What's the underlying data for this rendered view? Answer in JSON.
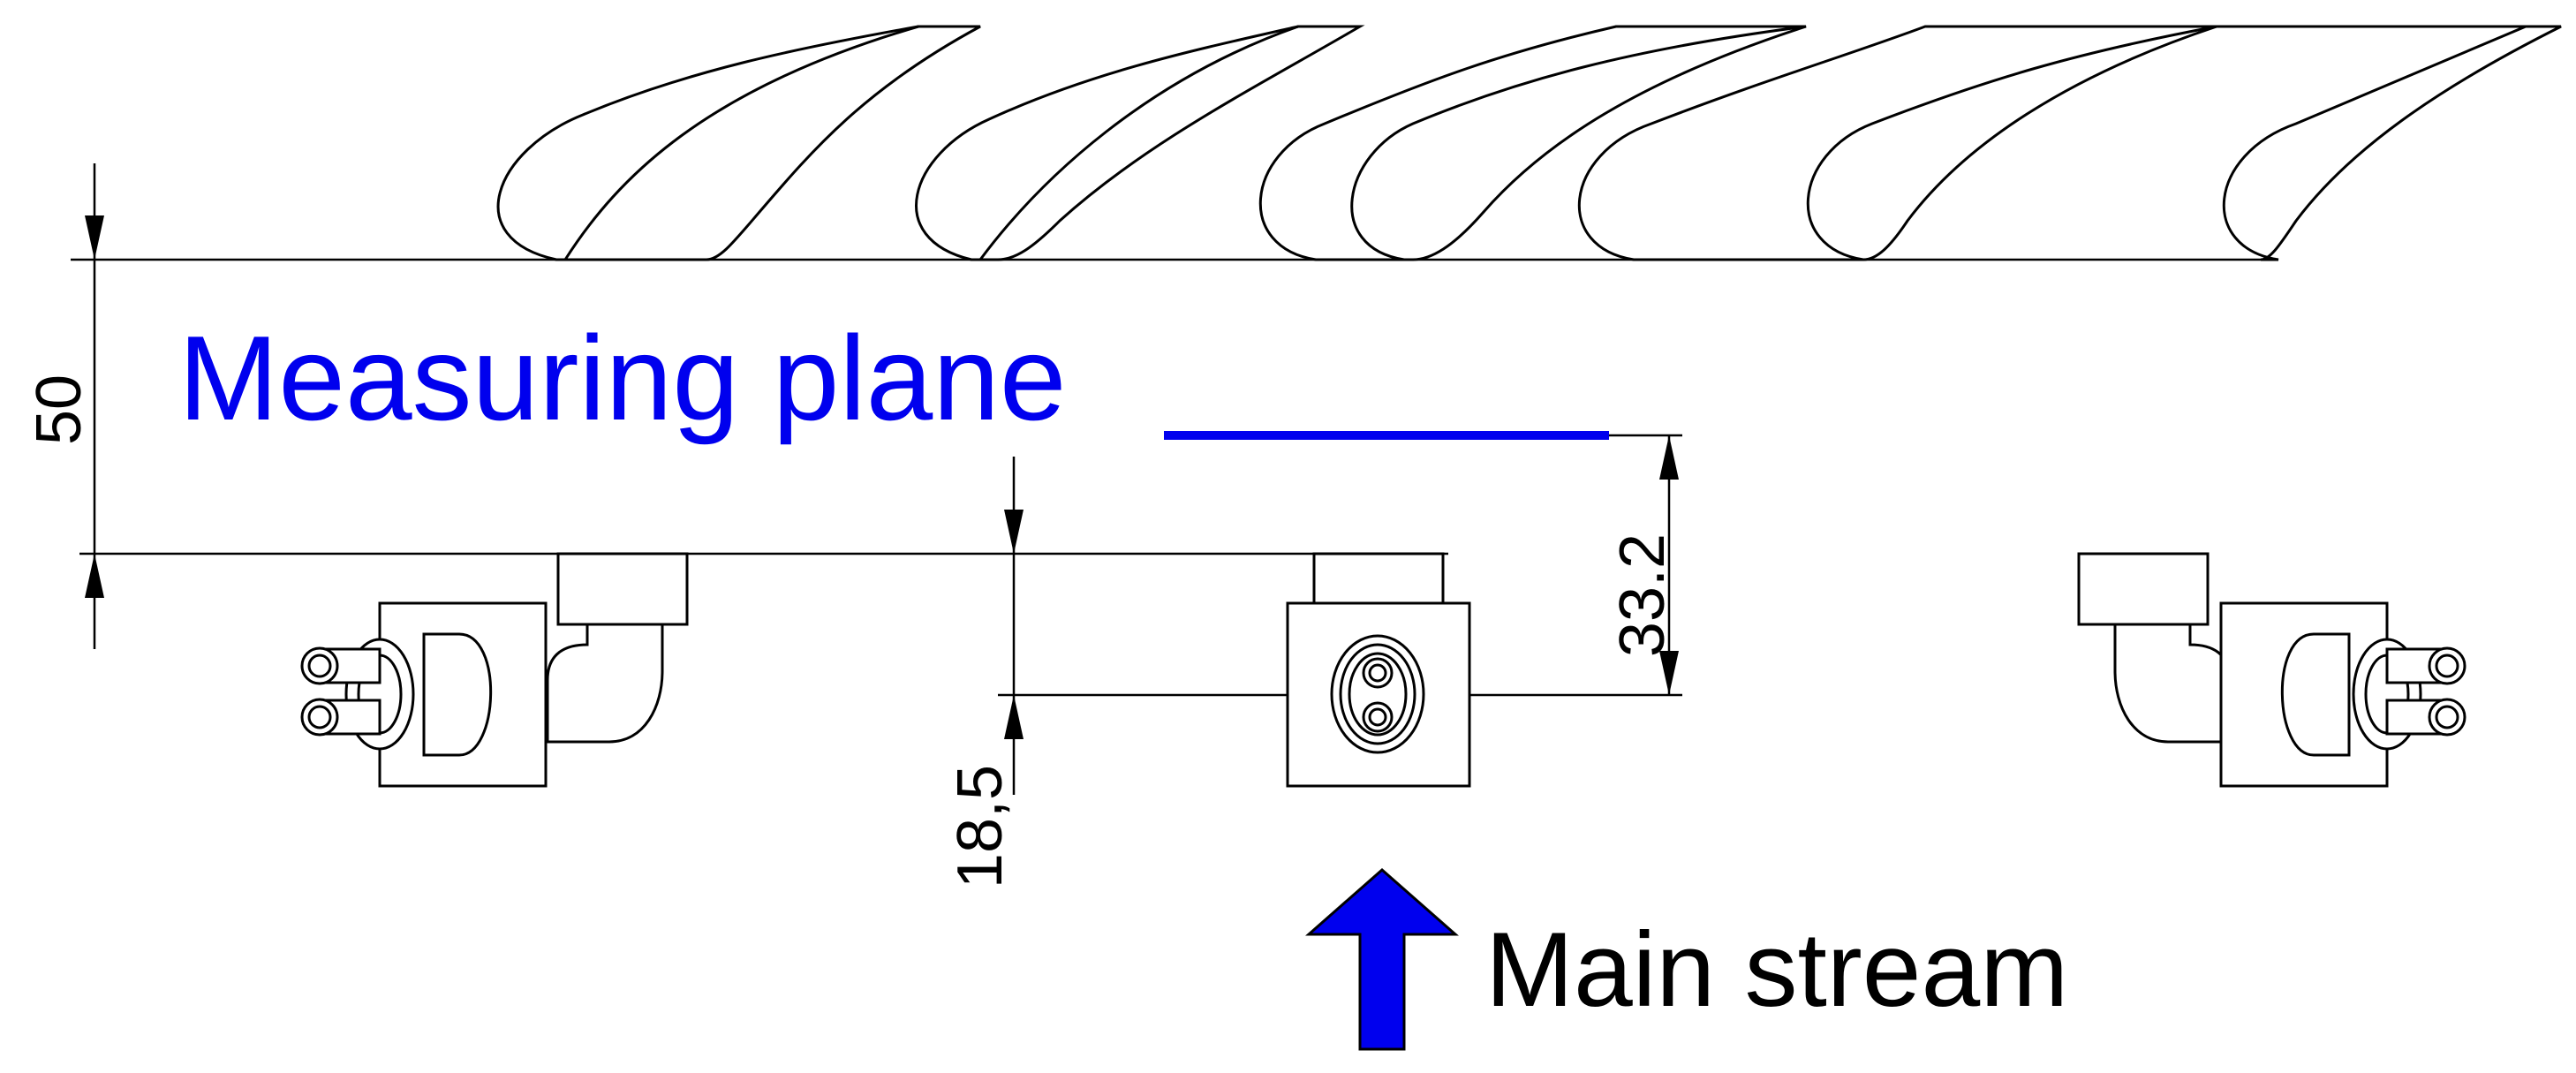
{
  "labels": {
    "measuring_plane": "Measuring plane",
    "main_stream": "Main stream"
  },
  "dimensions": {
    "blade_to_probe_offset": "50",
    "plane_offset": "33.2",
    "probe_offset": "18,5"
  },
  "colors": {
    "accent_blue": "#0000ee",
    "line": "#000000"
  }
}
